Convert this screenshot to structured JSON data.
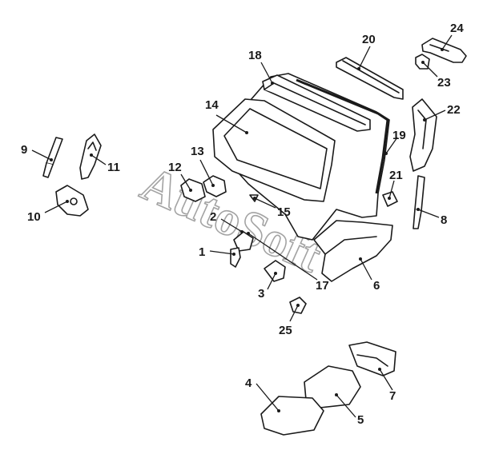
{
  "watermark": "AutoSoft",
  "callouts": [
    {
      "id": "p1",
      "label": "1"
    },
    {
      "id": "p2",
      "label": "2"
    },
    {
      "id": "p3",
      "label": "3"
    },
    {
      "id": "p4",
      "label": "4"
    },
    {
      "id": "p5",
      "label": "5"
    },
    {
      "id": "p6",
      "label": "6"
    },
    {
      "id": "p7",
      "label": "7"
    },
    {
      "id": "p8",
      "label": "8"
    },
    {
      "id": "p9",
      "label": "9"
    },
    {
      "id": "p10",
      "label": "10"
    },
    {
      "id": "p11",
      "label": "11"
    },
    {
      "id": "p12",
      "label": "12"
    },
    {
      "id": "p13",
      "label": "13"
    },
    {
      "id": "p14",
      "label": "14"
    },
    {
      "id": "p15",
      "label": "15"
    },
    {
      "id": "p17",
      "label": "17"
    },
    {
      "id": "p18",
      "label": "18"
    },
    {
      "id": "p19",
      "label": "19"
    },
    {
      "id": "p20",
      "label": "20"
    },
    {
      "id": "p21",
      "label": "21"
    },
    {
      "id": "p22",
      "label": "22"
    },
    {
      "id": "p23",
      "label": "23"
    },
    {
      "id": "p24",
      "label": "24"
    },
    {
      "id": "p25",
      "label": "25"
    }
  ]
}
